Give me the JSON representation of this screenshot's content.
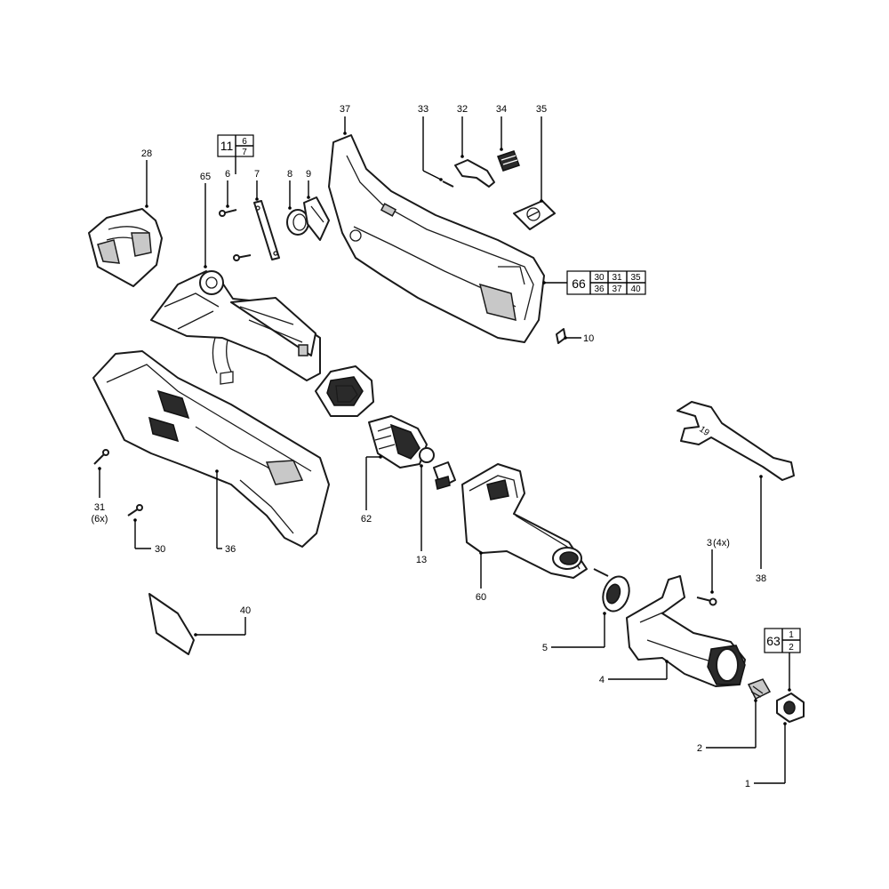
{
  "callouts": {
    "c1": "1",
    "c2": "2",
    "c3": "3",
    "c3_qty": "(4x)",
    "c4": "4",
    "c5": "5",
    "c6": "6",
    "c7": "7",
    "c8": "8",
    "c9": "9",
    "c10": "10",
    "c13": "13",
    "c28": "28",
    "c30": "30",
    "c31": "31",
    "c31_qty": "(6x)",
    "c32": "32",
    "c33": "33",
    "c34": "34",
    "c35": "35",
    "c36": "36",
    "c37": "37",
    "c38": "38",
    "c40": "40",
    "c60": "60",
    "c62": "62",
    "c65": "65"
  },
  "kits": {
    "kit11": {
      "number": "11",
      "items": [
        "6",
        "7"
      ]
    },
    "kit63": {
      "number": "63",
      "items": [
        "1",
        "2"
      ]
    },
    "kit66": {
      "number": "66",
      "items": [
        "30",
        "31",
        "35",
        "36",
        "37",
        "40"
      ]
    }
  },
  "colors": {
    "line": "#1a1a1a",
    "shadow": "#2a2a2a",
    "background": "#ffffff"
  }
}
